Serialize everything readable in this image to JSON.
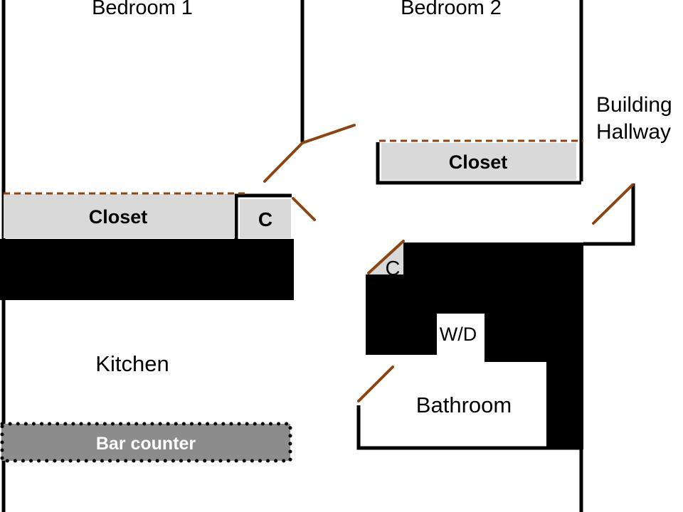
{
  "rooms": {
    "bedroom1": "Bedroom 1",
    "bedroom2": "Bedroom 2",
    "building_hallway_line1": "Building",
    "building_hallway_line2": "Hallway",
    "kitchen": "Kitchen",
    "bathroom": "Bathroom"
  },
  "fixtures": {
    "closet_bedroom1": "Closet",
    "closet_bedroom2": "Closet",
    "small_closet_bedroom1": "C",
    "small_closet_hall": "C",
    "washer_dryer": "W/D",
    "bar_counter": "Bar counter"
  },
  "colors": {
    "wall": "#000000",
    "door": "#8b4513",
    "closet_fill": "#d9d9d9",
    "bar_counter_fill": "#8c8c8c",
    "solid_block": "#000000"
  }
}
